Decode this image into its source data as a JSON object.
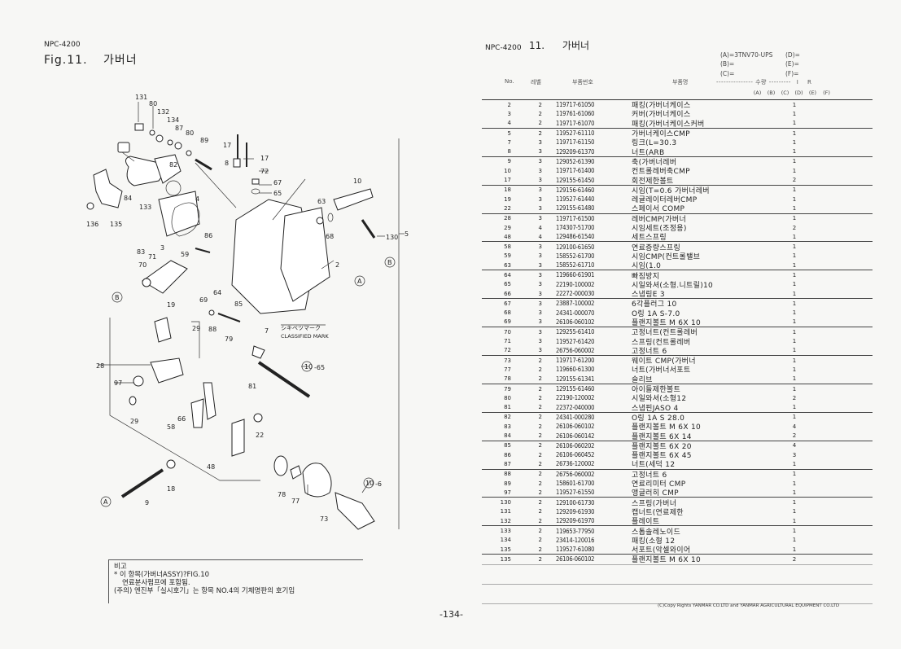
{
  "left_page": {
    "model": "NPC-4200",
    "figure_label": "Fig.11.",
    "figure_title": "가버너",
    "diagram_callouts": [
      "131",
      "80",
      "132",
      "134",
      "87",
      "80",
      "89",
      "17",
      "17",
      "8",
      "72",
      "67",
      "65",
      "82",
      "84",
      "133",
      "4",
      "136",
      "135",
      "83",
      "3",
      "86",
      "59",
      "71",
      "70",
      "64",
      "69",
      "85",
      "19",
      "88",
      "79",
      "10",
      "63",
      "68",
      "130",
      "5",
      "2",
      "29",
      "28",
      "97",
      "29",
      "58",
      "66",
      "7",
      "81",
      "48",
      "22",
      "18",
      "9",
      "78",
      "77",
      "73"
    ],
    "circle_refs": [
      "A",
      "B"
    ],
    "shaft_refs": [
      {
        "ref": "10",
        "suffix": "-65"
      },
      {
        "ref": "10",
        "suffix": "-6"
      }
    ],
    "classified_mark_jp": "シキベツマーク",
    "classified_mark_en": "CLASSIFIED MARK",
    "notes": {
      "heading": "비고",
      "line1": "* 이 항목(가버너ASSY)?FIG.10",
      "line2": "연료분사펌프에 포함됨.",
      "line3": "(주의) 엔진부「실시호기」는 항목 NO.4의 기체명판의 호기임"
    },
    "page_number": "-134-"
  },
  "right_page": {
    "model": "NPC-4200",
    "section_number": "11.",
    "section_title": "가버너",
    "variants": {
      "A": "(A)=3TNV70-UPS",
      "B": "(B)=",
      "C": "(C)=",
      "D": "(D)=",
      "E": "(E)=",
      "F": "(F)="
    },
    "columns": {
      "no": "No.",
      "level": "레벨",
      "part_number": "부품번호",
      "part_name": "부품명",
      "quantity": "--------------- 수량 ---------",
      "i": "I",
      "r": "R",
      "qty_cols": [
        "(A)",
        "(B)",
        "(C)",
        "(D)",
        "(E)",
        "(F)"
      ]
    },
    "groups": [
      [
        {
          "no": "2",
          "level": "2",
          "part_number": "119717-61050",
          "name": "패킹(가버너케이스",
          "qty": "1"
        },
        {
          "no": "3",
          "level": "2",
          "part_number": "119761-61060",
          "name": "커버(가버너케이스",
          "qty": "1"
        },
        {
          "no": "4",
          "level": "2",
          "part_number": "119717-61070",
          "name": "패킹(가버너케이스커버",
          "qty": "1"
        }
      ],
      [
        {
          "no": "5",
          "level": "2",
          "part_number": "119527-61110",
          "name": "가버너케이스CMP",
          "qty": "1"
        },
        {
          "no": "7",
          "level": "3",
          "part_number": "119717-61150",
          "name": "링크(L=30.3",
          "qty": "1"
        },
        {
          "no": "8",
          "level": "3",
          "part_number": "129209-61370",
          "name": "너트(ARB",
          "qty": "1"
        }
      ],
      [
        {
          "no": "9",
          "level": "3",
          "part_number": "129052-61390",
          "name": "축(가버너레버",
          "qty": "1"
        },
        {
          "no": "10",
          "level": "3",
          "part_number": "119717-61400",
          "name": "컨트롤레버축CMP",
          "qty": "1"
        },
        {
          "no": "17",
          "level": "3",
          "part_number": "129155-61450",
          "name": "회전제한볼트",
          "qty": "2"
        }
      ],
      [
        {
          "no": "18",
          "level": "3",
          "part_number": "129156-61460",
          "name": "시임(T=0.6 가버너레버",
          "qty": "1"
        },
        {
          "no": "19",
          "level": "3",
          "part_number": "119527-61440",
          "name": "레귤레이터레버CMP",
          "qty": "1"
        },
        {
          "no": "22",
          "level": "3",
          "part_number": "129155-61480",
          "name": "스페이서 COMP",
          "qty": "1"
        }
      ],
      [
        {
          "no": "28",
          "level": "3",
          "part_number": "119717-61500",
          "name": "레버CMP(가버너",
          "qty": "1"
        },
        {
          "no": "29",
          "level": "4",
          "part_number": "174307-51700",
          "name": "시임세트(조정용)",
          "qty": "2"
        },
        {
          "no": "48",
          "level": "4",
          "part_number": "129486-61540",
          "name": "세트스프링",
          "qty": "1"
        }
      ],
      [
        {
          "no": "58",
          "level": "3",
          "part_number": "129100-61650",
          "name": "연료증량스프링",
          "qty": "1"
        },
        {
          "no": "59",
          "level": "3",
          "part_number": "158552-61700",
          "name": "시임CMP(컨트롤밸브",
          "qty": "1"
        },
        {
          "no": "63",
          "level": "3",
          "part_number": "158552-61710",
          "name": "시임(1.0",
          "qty": "1"
        }
      ],
      [
        {
          "no": "64",
          "level": "3",
          "part_number": "119660-61901",
          "name": "빠짐방지",
          "qty": "1"
        },
        {
          "no": "65",
          "level": "3",
          "part_number": "22190-100002",
          "name": "시일와셔(소형.니트릴)10",
          "qty": "1"
        },
        {
          "no": "66",
          "level": "3",
          "part_number": "22272-000030",
          "name": "스냅링E 3",
          "qty": "1"
        }
      ],
      [
        {
          "no": "67",
          "level": "3",
          "part_number": "23887-100002",
          "name": "6각플러그 10",
          "qty": "1"
        },
        {
          "no": "68",
          "level": "3",
          "part_number": "24341-000070",
          "name": "O링 1A S-7.0",
          "qty": "1"
        },
        {
          "no": "69",
          "level": "3",
          "part_number": "26106-060102",
          "name": "플랜지볼트 M 6X 10",
          "qty": "1"
        }
      ],
      [
        {
          "no": "70",
          "level": "3",
          "part_number": "129255-61410",
          "name": "고정너트(컨트롤레버",
          "qty": "1"
        },
        {
          "no": "71",
          "level": "3",
          "part_number": "119527-61420",
          "name": "스프링(컨트롤레버",
          "qty": "1"
        },
        {
          "no": "72",
          "level": "3",
          "part_number": "26756-060002",
          "name": "고정너트 6",
          "qty": "1"
        }
      ],
      [
        {
          "no": "73",
          "level": "2",
          "part_number": "119717-61200",
          "name": "웨이트 CMP(가버너",
          "qty": "1"
        },
        {
          "no": "77",
          "level": "2",
          "part_number": "119660-61300",
          "name": "너트(가버너서포트",
          "qty": "1"
        },
        {
          "no": "78",
          "level": "2",
          "part_number": "129155-61341",
          "name": "슬리브",
          "qty": "1"
        }
      ],
      [
        {
          "no": "79",
          "level": "2",
          "part_number": "129155-61460",
          "name": "아이들제한볼트",
          "qty": "1"
        },
        {
          "no": "80",
          "level": "2",
          "part_number": "22190-120002",
          "name": "시일와셔(소형12",
          "qty": "2"
        },
        {
          "no": "81",
          "level": "2",
          "part_number": "22372-040000",
          "name": "스냅핀JASO 4",
          "qty": "1"
        }
      ],
      [
        {
          "no": "82",
          "level": "2",
          "part_number": "24341-000280",
          "name": "O링 1A S 28.0",
          "qty": "1"
        },
        {
          "no": "83",
          "level": "2",
          "part_number": "26106-060102",
          "name": "플랜지볼트 M 6X 10",
          "qty": "4"
        },
        {
          "no": "84",
          "level": "2",
          "part_number": "26106-060142",
          "name": "플랜지볼트 6X 14",
          "qty": "2"
        }
      ],
      [
        {
          "no": "85",
          "level": "2",
          "part_number": "26106-060202",
          "name": "플랜지볼트 6X 20",
          "qty": "4"
        },
        {
          "no": "86",
          "level": "2",
          "part_number": "26106-060452",
          "name": "플랜지볼트 6X 45",
          "qty": "3"
        },
        {
          "no": "87",
          "level": "2",
          "part_number": "26736-120002",
          "name": "너트(세덕 12",
          "qty": "1"
        }
      ],
      [
        {
          "no": "88",
          "level": "2",
          "part_number": "26756-060002",
          "name": "고정너트 6",
          "qty": "1"
        },
        {
          "no": "89",
          "level": "2",
          "part_number": "158601-61700",
          "name": "연료리미터 CMP",
          "qty": "1"
        },
        {
          "no": "97",
          "level": "2",
          "part_number": "119527-61550",
          "name": "앵글러히 CMP",
          "qty": "1"
        }
      ],
      [
        {
          "no": "130",
          "level": "2",
          "part_number": "129100-61730",
          "name": "스프링(가버너",
          "qty": "1"
        },
        {
          "no": "131",
          "level": "2",
          "part_number": "129209-61930",
          "name": "캡너트(연료제한",
          "qty": "1"
        },
        {
          "no": "132",
          "level": "2",
          "part_number": "129209-61970",
          "name": "플레이트",
          "qty": "1"
        }
      ],
      [
        {
          "no": "133",
          "level": "2",
          "part_number": "119653-77950",
          "name": "스톱솔레노이드",
          "qty": "1"
        },
        {
          "no": "134",
          "level": "2",
          "part_number": "23414-120016",
          "name": "패킹(소형 12",
          "qty": "1"
        },
        {
          "no": "135",
          "level": "2",
          "part_number": "119527-61080",
          "name": "서포트(악셀와이어",
          "qty": "1"
        }
      ],
      [
        {
          "no": "135",
          "level": "2",
          "part_number": "26106-060102",
          "name": "플랜지볼트 M 6X 10",
          "qty": "2"
        }
      ]
    ],
    "copyright": "(C)Copy Rights YANMAR CO.LTD and YANMAR AGRICULTURAL EQUIPMENT CO.LTD"
  }
}
